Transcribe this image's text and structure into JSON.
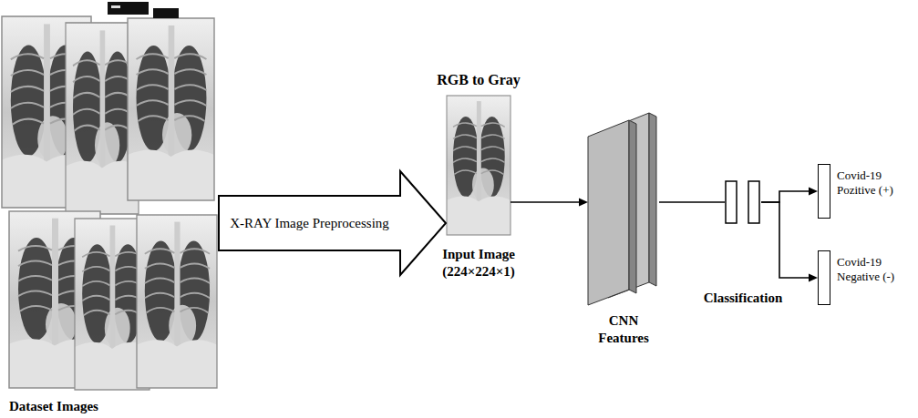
{
  "diagram": {
    "nodes": [
      {
        "text": [
          "Dataset Images"
        ]
      },
      {
        "text": [
          "RGB to Gray",
          "Input Image (224×224×1)"
        ]
      },
      {
        "text": [
          "CNN Features"
        ]
      },
      {
        "text": [
          "Classification"
        ]
      },
      {
        "text": [
          "Covid-19 Pozitive (+)"
        ]
      },
      {
        "text": [
          "Covid-19 Negative (-)"
        ]
      }
    ],
    "edges": [
      {
        "from": 0,
        "to": 1,
        "label": "X-RAY Image Preprocessing",
        "arrow": "to"
      },
      {
        "from": 1,
        "to": 2,
        "arrow": "to"
      },
      {
        "from": 2,
        "to": 3,
        "arrow": "none"
      },
      {
        "from": 3,
        "to": 4,
        "arrow": "to"
      },
      {
        "from": 3,
        "to": 5,
        "arrow": "to"
      }
    ]
  }
}
